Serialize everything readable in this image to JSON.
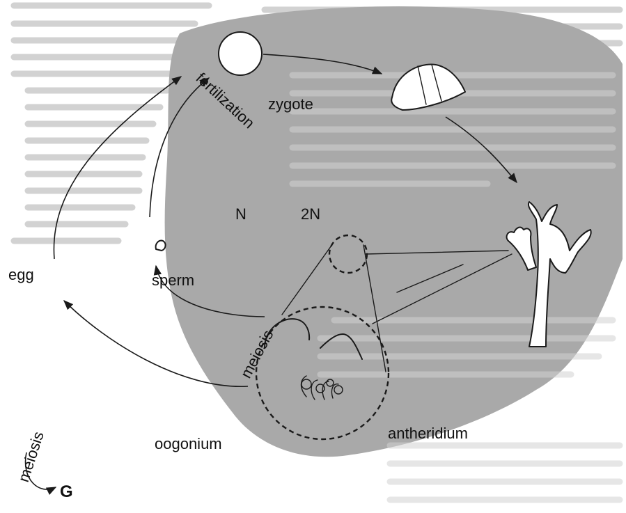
{
  "labels": {
    "fertilization": "fertilization",
    "zygote": "zygote",
    "n": "N",
    "two_n": "2N",
    "egg": "egg",
    "sperm": "sperm",
    "meiosis_inner": "meiosis",
    "oogonium": "oogonium",
    "antheridium": "antheridium",
    "meiosis_corner": "meiosis",
    "g": "G"
  },
  "colors": {
    "diploid_region": "#a9a9a9",
    "background_text": "#d2d2d2",
    "ink": "#1a1a1a"
  }
}
